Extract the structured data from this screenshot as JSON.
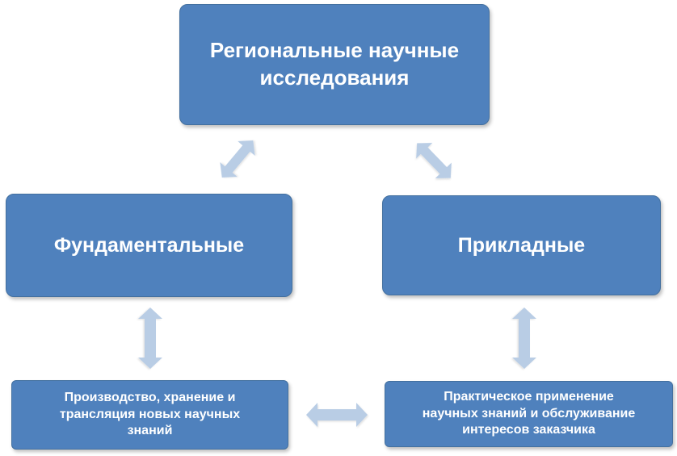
{
  "nodes": {
    "top": {
      "label": "Региональные научные\nисследования"
    },
    "left": {
      "label": "Фундаментальные"
    },
    "right": {
      "label": "Прикладные"
    },
    "bottom_left": {
      "label": "Производство, хранение и\nтрансляция новых научных\nзнаний"
    },
    "bottom_right": {
      "label": "Практическое применение\nнаучных знаний и обслуживание\nинтересов заказчика"
    }
  },
  "colors": {
    "box_fill": "#4f81bd",
    "box_text": "#ffffff",
    "arrow_fill": "#b9cde5"
  }
}
